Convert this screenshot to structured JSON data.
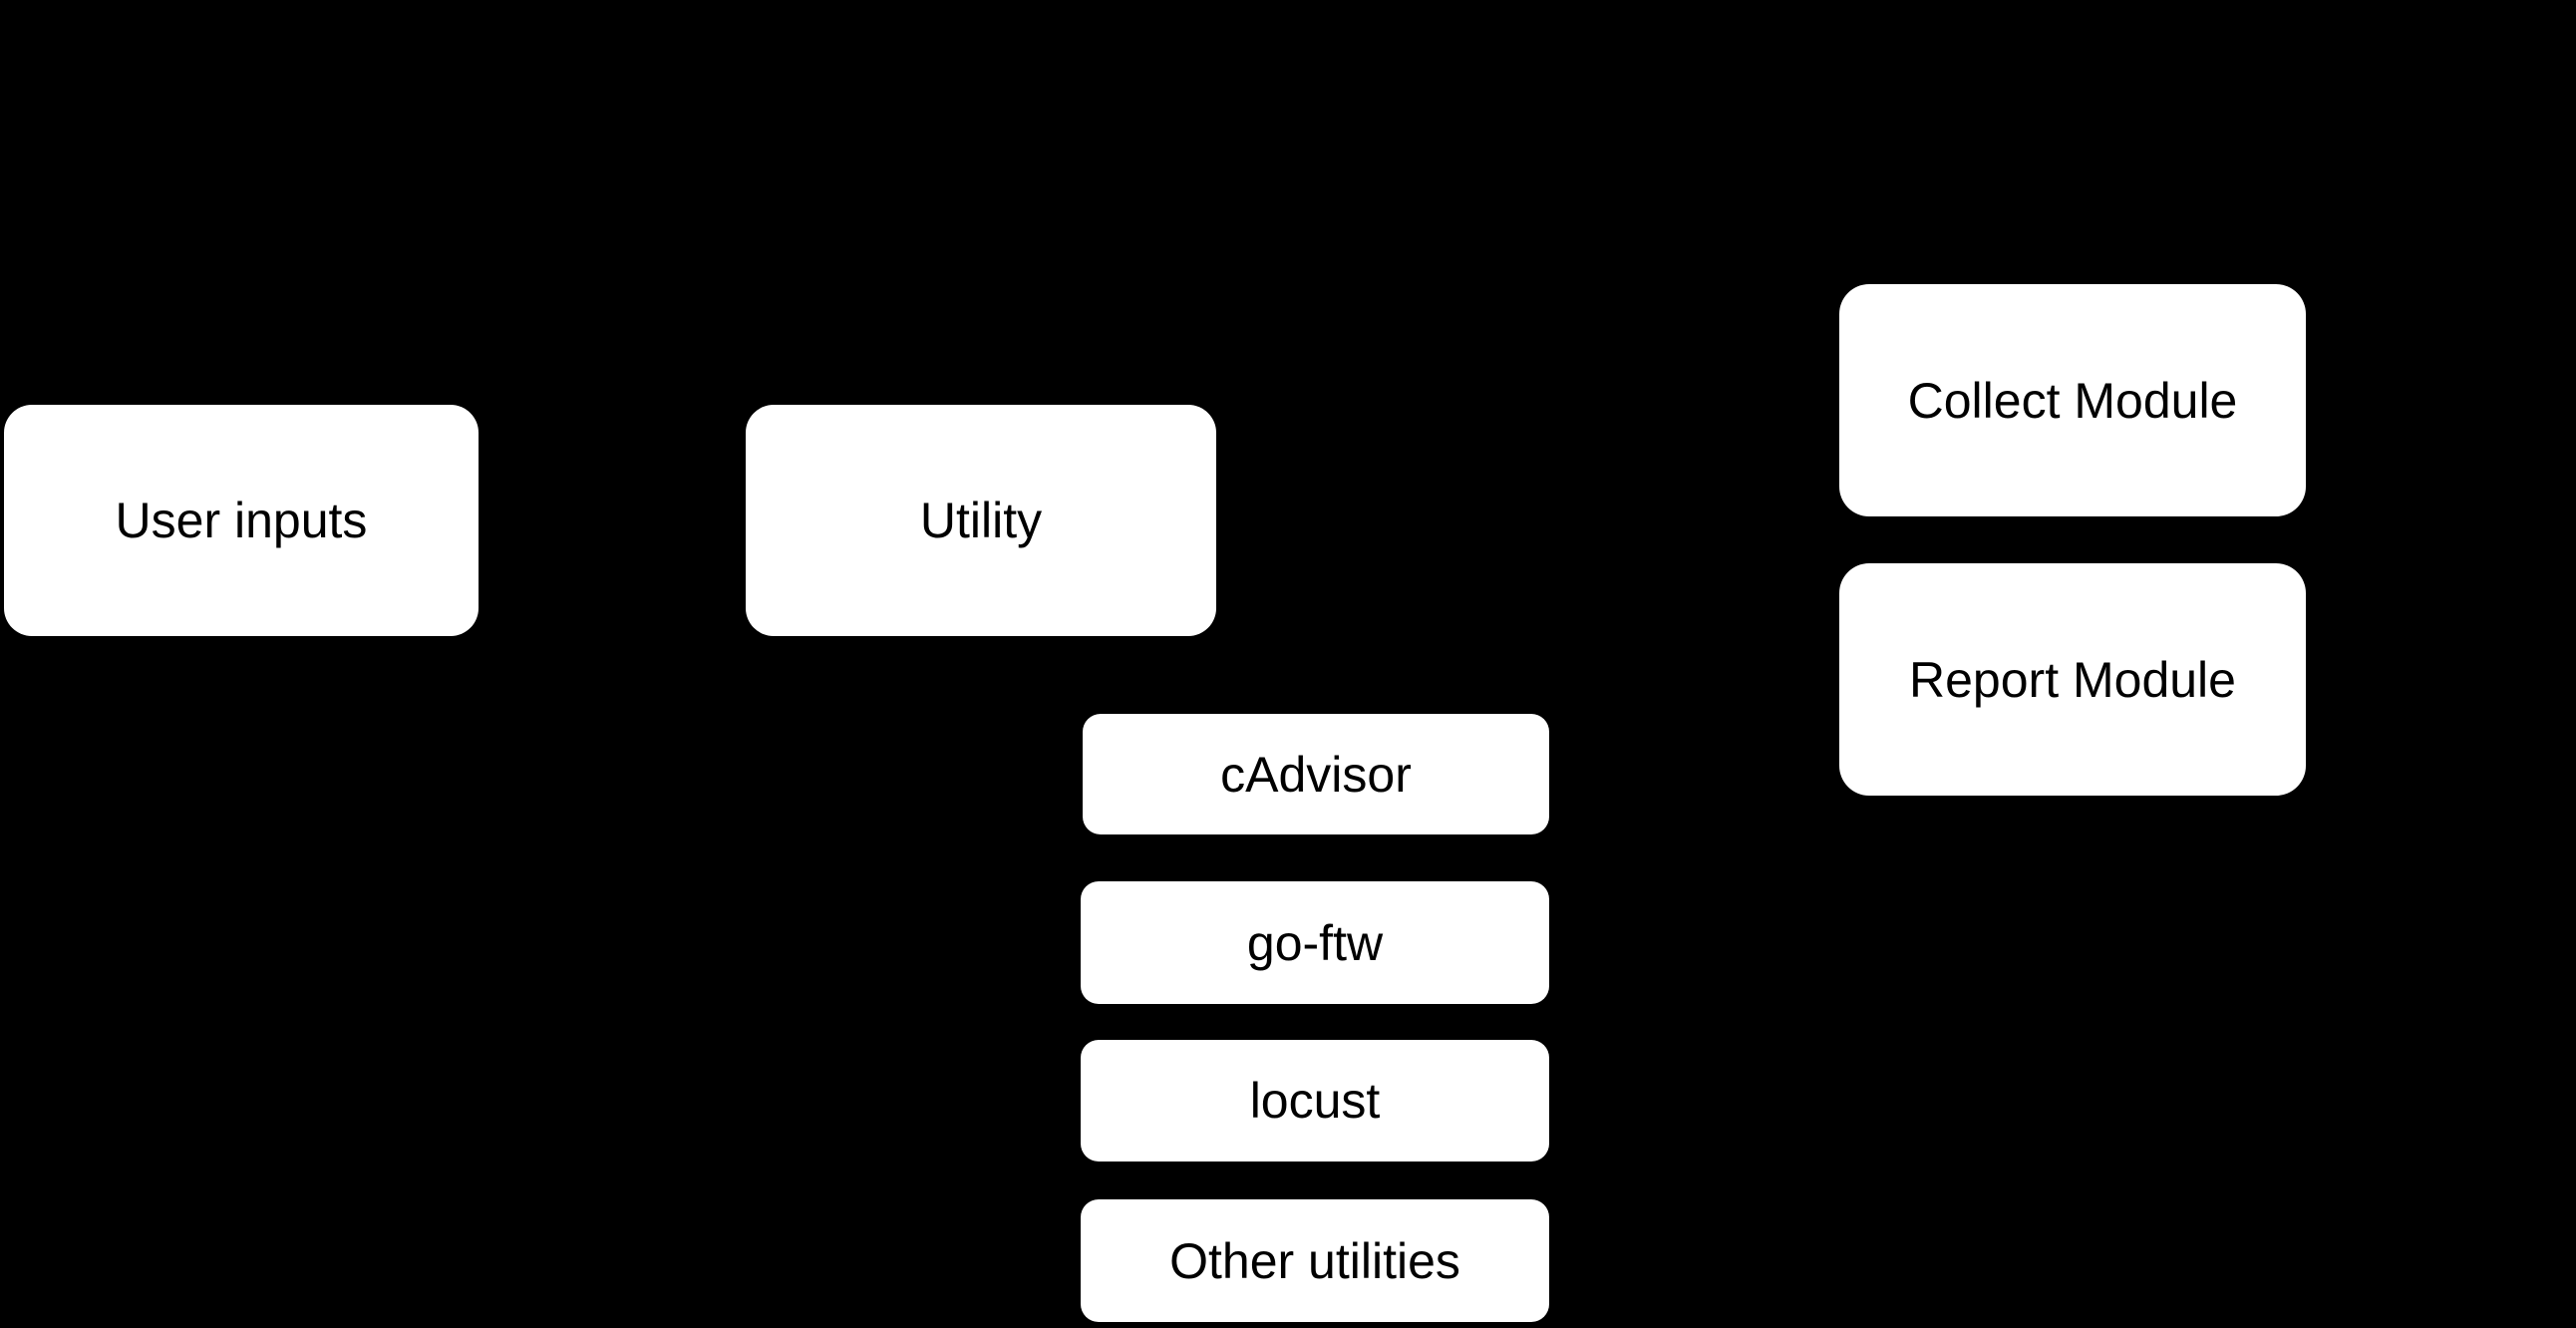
{
  "canvas": {
    "background_color": "#000000"
  },
  "diagram": {
    "type": "flowchart",
    "node_fill_color": "#ffffff",
    "node_text_color": "#000000",
    "nodes": [
      {
        "id": "user-inputs",
        "label": "User inputs"
      },
      {
        "id": "utility",
        "label": "Utility"
      },
      {
        "id": "collect-module",
        "label": "Collect Module"
      },
      {
        "id": "report-module",
        "label": "Report Module"
      },
      {
        "id": "cadvisor",
        "label": "cAdvisor"
      },
      {
        "id": "go-ftw",
        "label": "go-ftw"
      },
      {
        "id": "locust",
        "label": "locust"
      },
      {
        "id": "other-utilities",
        "label": "Other utilities"
      }
    ]
  }
}
